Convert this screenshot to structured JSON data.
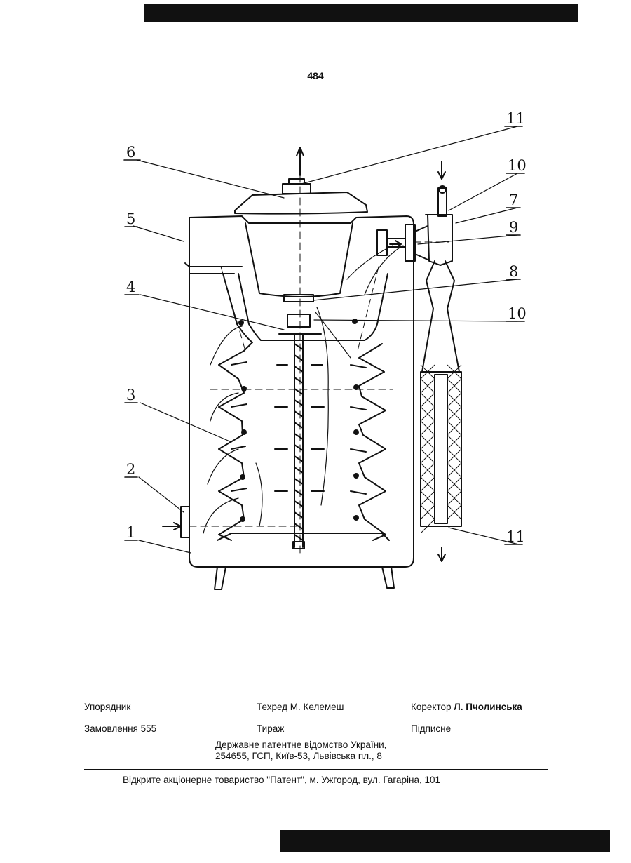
{
  "page_number": "484",
  "figure": {
    "labels": [
      "1",
      "2",
      "3",
      "4",
      "5",
      "6",
      "7",
      "8",
      "9",
      "10",
      "10",
      "11",
      "11"
    ]
  },
  "footer": {
    "compiler_label": "Упорядник",
    "techred": "Техред М. Келемеш",
    "corrector_label": "Коректор",
    "corrector_name": "Л. Пчолинська",
    "order": "Замовлення 555",
    "circulation": "Тираж",
    "subscription": "Підписне",
    "office_line_1": "Державне патентне відомство України,",
    "office_line_2": "254655, ГСП, Київ-53, Львівська пл., 8",
    "publisher": "Відкрите акціонерне товариство \"Патент\", м. Ужгород, вул. Гагаріна, 101"
  }
}
